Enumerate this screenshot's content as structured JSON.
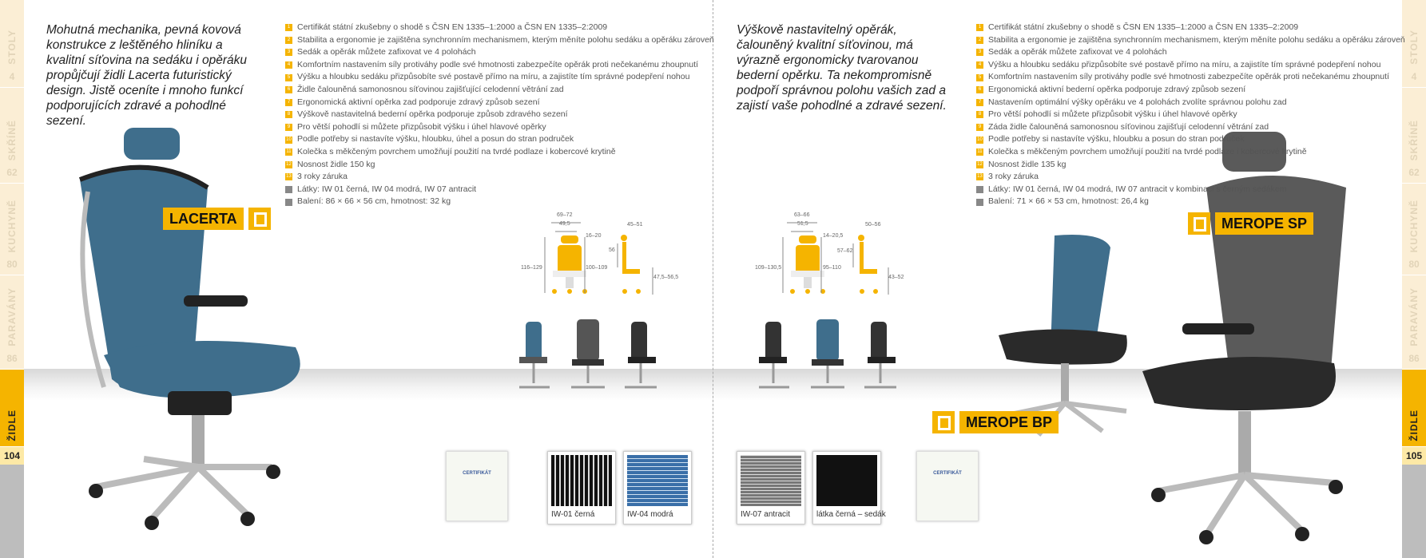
{
  "left_sidebar": {
    "tabs": [
      {
        "label": "STOLY",
        "page": "4"
      },
      {
        "label": "SKŘÍNĚ",
        "page": "62"
      },
      {
        "label": "KUCHYNĚ",
        "page": "80"
      },
      {
        "label": "PARAVÁNY",
        "page": "86"
      }
    ],
    "active": "ŽIDLE",
    "page_number": "104"
  },
  "right_sidebar": {
    "tabs": [
      {
        "label": "STOLY",
        "page": "4"
      },
      {
        "label": "SKŘÍNĚ",
        "page": "62"
      },
      {
        "label": "KUCHYNĚ",
        "page": "80"
      },
      {
        "label": "PARAVÁNY",
        "page": "86"
      }
    ],
    "active": "ŽIDLE",
    "page_number": "105"
  },
  "left": {
    "intro": "Mohutná mechanika, pevná kovová konstrukce z leštěného hliníku a kvalitní síťovina na sedáku i opěráku propůjčují židli Lacerta futuristický design. Jistě oceníte i mnoho funkcí podporujících zdravé a pohodlné sezení.",
    "product": "LACERTA",
    "features": [
      "Certifikát státní zkušebny o shodě s ČSN EN 1335–1:2000 a ČSN EN 1335–2:2009",
      "Stabilita a ergonomie je zajištěna synchronním mechanismem, kterým měníte polohu sedáku a opěráku zároveň",
      "Sedák a opěrák můžete zafixovat ve 4 polohách",
      "Komfortním nastavením síly protiváhy podle své hmotnosti zabezpečíte opěrák proti nečekanému zhoupnutí",
      "Výšku a hloubku sedáku přizpůsobíte své postavě přímo na míru, a zajistíte tím správné podepření nohou",
      "Židle čalouněná samonosnou síťovinou zajišťující celodenní větrání zad",
      "Ergonomická aktivní opěrka zad podporuje zdravý způsob sezení",
      "Výškově nastavitelná bederní opěrka podporuje způsob zdravého sezení",
      "Pro větší pohodlí si můžete přizpůsobit výšku i úhel hlavové opěrky",
      "Podle potřeby si nastavíte výšku, hloubku, úhel a posun do stran područek",
      "Kolečka s měkčeným povrchem umožňují použití na tvrdé podlaze i kobercové krytině",
      "Nosnost židle 150 kg",
      "3 roky záruka"
    ],
    "extra": [
      "Látky: IW 01 černá, IW 04 modrá, IW 07 antracit",
      "Balení: 86 × 66 × 56 cm, hmotnost: 32 kg"
    ],
    "dims": {
      "width_outer": "69–72",
      "width_inner": "49,5",
      "headrest": "16–20",
      "total_height": "116–129",
      "back_height": "100–109",
      "depth": "45–51",
      "back": "56",
      "seat_height": "47,5–56,5"
    },
    "swatches": [
      "IW-01 černá",
      "IW-04 modrá"
    ],
    "cert": "CERTIFIKÁT"
  },
  "right": {
    "intro": "Výškově nastavitelný opěrák, čalouněný kvalitní síťovinou, má výrazně ergonomicky tvarovanou bederní opěrku. Ta nekompromisně podpoří správnou polohu vašich zad a zajistí vaše pohodlné a zdravé sezení.",
    "products": [
      "MEROPE SP",
      "MEROPE BP"
    ],
    "features": [
      "Certifikát státní zkušebny o shodě s ČSN EN 1335–1:2000 a ČSN EN 1335–2:2009",
      "Stabilita a ergonomie je zajištěna synchronním mechanismem, kterým měníte polohu sedáku a opěráku zároveň",
      "Sedák a opěrák můžete zafixovat ve 4 polohách",
      "Výšku a hloubku sedáku přizpůsobíte své postavě přímo na míru, a zajistíte tím správné podepření nohou",
      "Komfortním nastavením síly protiváhy podle své hmotnosti zabezpečíte opěrák proti nečekanému zhoupnutí",
      "Ergonomická aktivní bederní opěrka podporuje zdravý způsob sezení",
      "Nastavením optimální výšky opěráku ve 4 polohách zvolíte správnou polohu zad",
      "Pro větší pohodlí si můžete přizpůsobit výšku i úhel hlavové opěrky",
      "Záda židle čalouněná samonosnou síťovinou zajišťují celodenní větrání zad",
      "Podle potřeby si nastavíte výšku, hloubku a posun do stran područek",
      "Kolečka s měkčeným povrchem umožňují použití na tvrdé podlaze i kobercové krytině",
      "Nosnost židle 135 kg",
      "3 roky záruka"
    ],
    "extra": [
      "Látky: IW 01 černá, IW 04 modrá, IW 07 antracit v kombinaci s černým sedákem",
      "Balení: 71 × 66 × 53 cm, hmotnost: 26,4 kg"
    ],
    "dims": {
      "width_outer": "63–66",
      "width_inner": "51,5",
      "headrest": "14–20,5",
      "total_height": "109–130,5",
      "back_height": "95–110",
      "depth": "50–56",
      "back": "57–62",
      "seat_height": "43–52"
    },
    "swatches": [
      "IW-07 antracit",
      "látka černá – sedák"
    ],
    "cert": "CERTIFIKÁT"
  },
  "colors": {
    "accent": "#f5b400",
    "blue_mesh": "#3f6e8c",
    "grey_mesh": "#5a5a5a"
  }
}
